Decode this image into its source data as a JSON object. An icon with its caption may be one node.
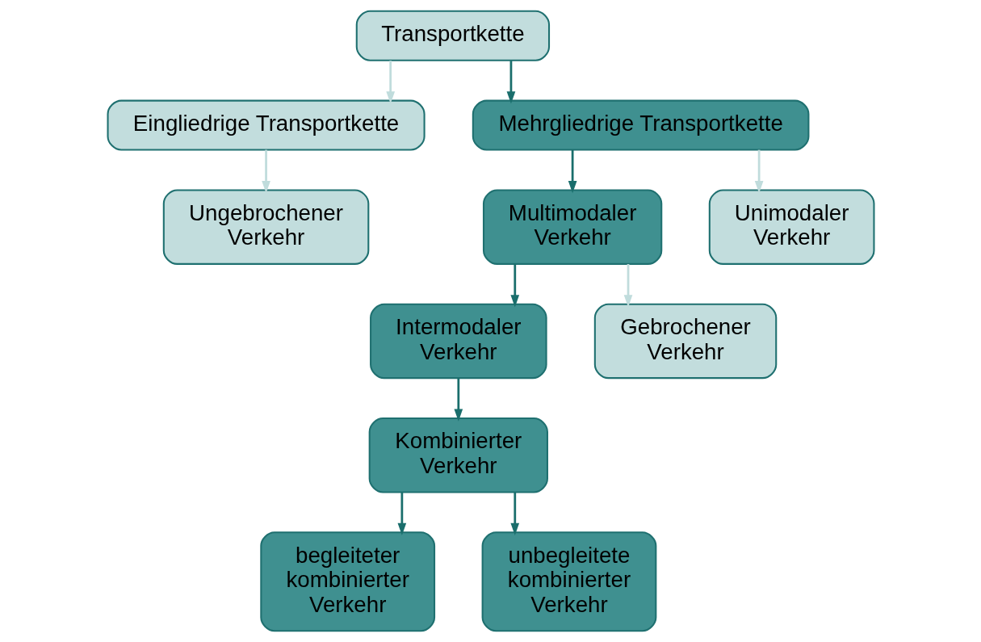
{
  "diagram": {
    "nodes": [
      {
        "text": [
          "Transportkette"
        ]
      },
      {
        "text": [
          "Eingliedrige Transportkette"
        ]
      },
      {
        "text": [
          "Mehrgliedrige Transportkette"
        ]
      },
      {
        "text": [
          "Ungebrochener Verkehr"
        ]
      },
      {
        "text": [
          "Multimodaler Verkehr"
        ]
      },
      {
        "text": [
          "Unimodaler Verkehr"
        ]
      },
      {
        "text": [
          "Intermodaler Verkehr"
        ]
      },
      {
        "text": [
          "Gebrochener Verkehr"
        ]
      },
      {
        "text": [
          "Kombinierter Verkehr"
        ]
      },
      {
        "text": [
          "begleiteter kombinierter Verkehr"
        ]
      },
      {
        "text": [
          "unbegleitete kombinierter Verkehr"
        ]
      }
    ],
    "edges": [
      {
        "from": 0,
        "to": 1,
        "arrow": "to",
        "color": "#c0dcdc"
      },
      {
        "from": 0,
        "to": 2,
        "arrow": "to"
      },
      {
        "from": 1,
        "to": 3,
        "arrow": "to",
        "color": "#c0dcdc"
      },
      {
        "from": 2,
        "to": 4,
        "arrow": "to"
      },
      {
        "from": 2,
        "to": 5,
        "arrow": "to",
        "color": "#c0dcdc"
      },
      {
        "from": 4,
        "to": 6,
        "arrow": "to"
      },
      {
        "from": 4,
        "to": 7,
        "arrow": "to",
        "color": "#c0dcdc"
      },
      {
        "from": 6,
        "to": 8,
        "arrow": "to"
      },
      {
        "from": 8,
        "to": 9,
        "arrow": "to"
      },
      {
        "from": 8,
        "to": 10,
        "arrow": "to"
      }
    ]
  }
}
